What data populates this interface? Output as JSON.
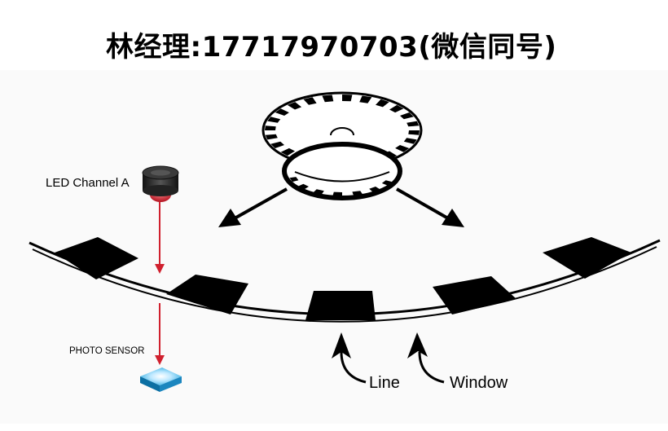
{
  "header": {
    "title": "林经理:17717970703(微信同号)"
  },
  "labels": {
    "led": "LED Channel A",
    "sensor": "PHOTO SENSOR",
    "line": "Line",
    "window": "Window"
  },
  "colors": {
    "beam": "#d0202e",
    "sensor": "#29a9e0",
    "ink": "#000000"
  }
}
